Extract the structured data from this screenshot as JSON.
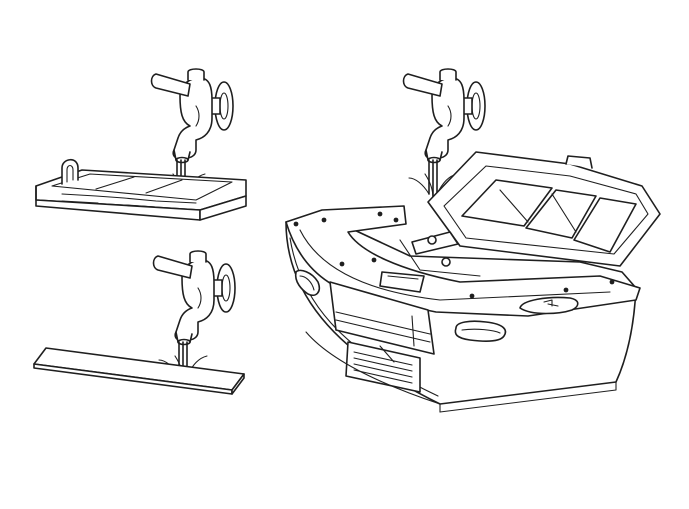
{
  "figure": {
    "colors": {
      "line": "#1f1f1f",
      "background": "#ffffff"
    },
    "icons": [
      "faucet-icon",
      "water-stream-icon",
      "filter-frame",
      "filter-sponge",
      "dustbin"
    ]
  }
}
